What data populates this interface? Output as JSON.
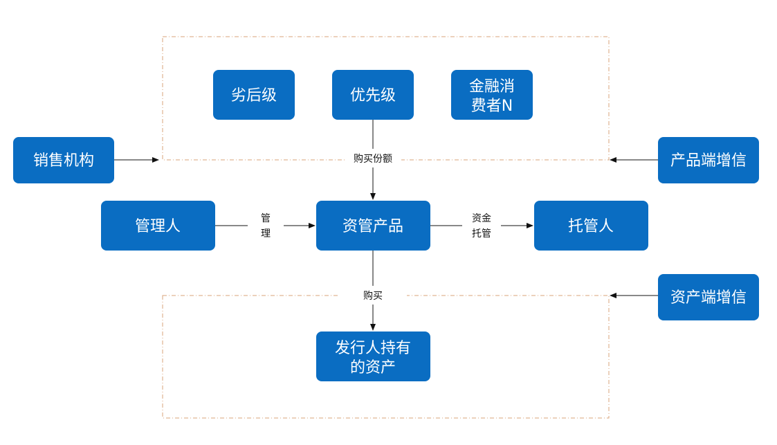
{
  "nodes": {
    "subordinate": {
      "line1": "劣后级",
      "line2": ""
    },
    "priority": {
      "line1": "优先级",
      "line2": ""
    },
    "consumer": {
      "line1": "金融消",
      "line2": "费者N"
    },
    "sales": {
      "line1": "销售机构",
      "line2": ""
    },
    "product_credit": {
      "line1": "产品端增信",
      "line2": ""
    },
    "manager": {
      "line1": "管理人",
      "line2": ""
    },
    "asset_product": {
      "line1": "资管产品",
      "line2": ""
    },
    "custodian": {
      "line1": "托管人",
      "line2": ""
    },
    "asset_credit": {
      "line1": "资产端增信",
      "line2": ""
    },
    "issuer_assets": {
      "line1": "发行人持有",
      "line2": "的资产"
    }
  },
  "edges": {
    "buy_shares": "购买份额",
    "manage_1": "管",
    "manage_2": "理",
    "custody_1": "资金",
    "custody_2": "托管",
    "buy": "购买"
  }
}
